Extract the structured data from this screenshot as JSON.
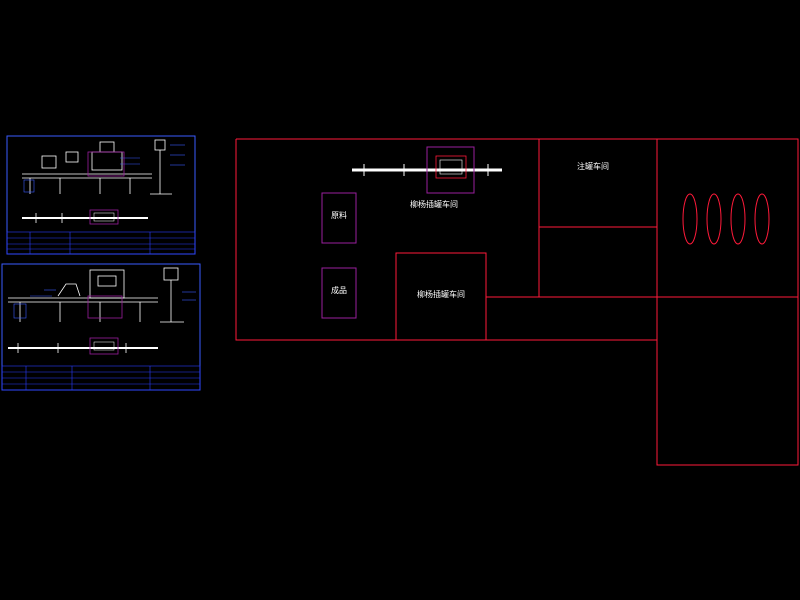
{
  "colors": {
    "background": "#000000",
    "sheet_border": "#3a5bff",
    "title_block": "#2a3cff",
    "wall": "#ff1a3a",
    "equipment": "#9a1f9e",
    "machine": "#ffffff",
    "label": "#ffffff",
    "tank": "#ff1a3a"
  },
  "rooms": {
    "top_right": "注罐车间",
    "center": "柳杨插罐车间",
    "lower_center": "柳杨插罐车间",
    "small_top": "原料",
    "small_bottom": "成品"
  },
  "sheets": [
    {
      "name": "elevation-view-1"
    },
    {
      "name": "elevation-view-2"
    }
  ],
  "tanks": {
    "count": 4
  }
}
